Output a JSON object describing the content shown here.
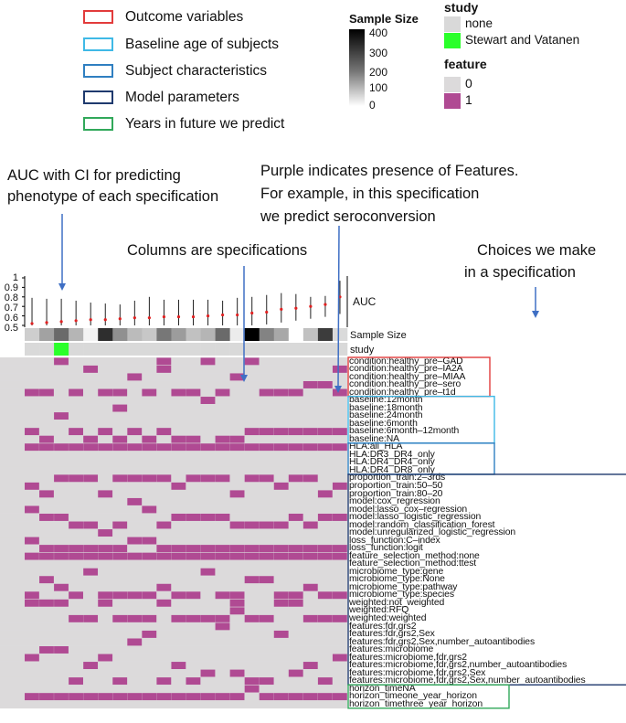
{
  "legend": {
    "items": [
      {
        "label": "Outcome variables",
        "color": "#e23b3b"
      },
      {
        "label": "Baseline age of subjects",
        "color": "#3fb9e6"
      },
      {
        "label": "Subject characteristics",
        "color": "#2f7fc1"
      },
      {
        "label": "Model parameters",
        "color": "#1f3a6e"
      },
      {
        "label": "Years in future we predict",
        "color": "#31a85a"
      }
    ],
    "sample_size": {
      "title": "Sample Size",
      "ticks": [
        "400",
        "300",
        "200",
        "100",
        "0"
      ]
    },
    "study": {
      "title": "study",
      "items": [
        {
          "label": "none",
          "color": "#d9d9d9"
        },
        {
          "label": "Stewart and Vatanen",
          "color": "#2aff2a"
        }
      ]
    },
    "feature": {
      "title": "feature",
      "items": [
        {
          "label": "0",
          "color": "#dcdadb"
        },
        {
          "label": "1",
          "color": "#b04a93"
        }
      ]
    }
  },
  "annotations": {
    "auc": [
      "AUC with CI for predicting",
      "phenotype of each specification"
    ],
    "purple": [
      "Purple indicates presence of Features.",
      "For example, in this specification",
      "we predict seroconversion"
    ],
    "columns": "Columns are specifications",
    "choices": [
      "Choices we make",
      "in a specification"
    ]
  },
  "chart_data": {
    "type": "scatter",
    "ylabel": "AUC",
    "yticks": [
      "1",
      "0.9",
      "0.8",
      "0.7",
      "0.6",
      "0.5"
    ],
    "ylim": [
      0.5,
      1.0
    ],
    "auc": [
      0.52,
      0.53,
      0.54,
      0.55,
      0.56,
      0.56,
      0.57,
      0.58,
      0.58,
      0.59,
      0.59,
      0.59,
      0.6,
      0.61,
      0.61,
      0.63,
      0.64,
      0.67,
      0.68,
      0.7,
      0.72,
      0.8
    ],
    "ci_low": [
      0.5,
      0.5,
      0.5,
      0.5,
      0.5,
      0.5,
      0.5,
      0.5,
      0.5,
      0.5,
      0.5,
      0.5,
      0.5,
      0.5,
      0.5,
      0.5,
      0.51,
      0.53,
      0.55,
      0.57,
      0.59,
      0.62
    ],
    "ci_high": [
      0.79,
      0.78,
      0.78,
      0.76,
      0.74,
      0.73,
      0.72,
      0.76,
      0.8,
      0.77,
      0.77,
      0.77,
      0.77,
      0.76,
      0.79,
      0.8,
      0.82,
      0.84,
      0.83,
      0.8,
      0.81,
      0.97
    ],
    "sample_size_label": "Sample Size",
    "sample_size": [
      80,
      150,
      240,
      120,
      20,
      330,
      180,
      110,
      90,
      220,
      160,
      100,
      120,
      240,
      30,
      400,
      200,
      140,
      0,
      100,
      310,
      60
    ],
    "study_label": "study",
    "study": [
      "none",
      "none",
      "Stewart and Vatanen",
      "none",
      "none",
      "none",
      "none",
      "none",
      "none",
      "none",
      "none",
      "none",
      "none",
      "none",
      "none",
      "none",
      "none",
      "none",
      "none",
      "none",
      "none",
      "none"
    ],
    "feature_groups": [
      {
        "name": "Outcome variables",
        "color": "#e23b3b",
        "rows": [
          {
            "label": "condition:healthy_pre–GAD",
            "cells": "0010000001001001000000"
          },
          {
            "label": "condition:healthy_pre–IA2A",
            "cells": "0000100001000000000001"
          },
          {
            "label": "condition:healthy_pre–MIAA",
            "cells": "0000000100000010000000"
          },
          {
            "label": "condition:healthy_pre–sero",
            "cells": "0000000000000000000110"
          },
          {
            "label": "condition:healthy_pre–t1d",
            "cells": "1101011010110100111001"
          }
        ]
      },
      {
        "name": "Baseline age of subjects",
        "color": "#3fb9e6",
        "rows": [
          {
            "label": "baseline:12month",
            "cells": "0000000000001000000000"
          },
          {
            "label": "baseline:18month",
            "cells": "0000001000000000000000"
          },
          {
            "label": "baseline:24month",
            "cells": "0010000000000000000000"
          },
          {
            "label": "baseline:6month",
            "cells": "0000000000000000000000"
          },
          {
            "label": "baseline:6month–12month",
            "cells": "1001010101000001111111"
          },
          {
            "label": "baseline:NA",
            "cells": "0100101010110110000000"
          }
        ]
      },
      {
        "name": "Subject characteristics",
        "color": "#2f7fc1",
        "rows": [
          {
            "label": "HLA:all_HLA",
            "cells": "1111111111111111111111"
          },
          {
            "label": "HLA:DR3_DR4_only",
            "cells": "0000000000000000000000"
          },
          {
            "label": "HLA:DR4_DR4_only",
            "cells": "0000000000000000000000"
          },
          {
            "label": "HLA:DR4_DR8_only",
            "cells": "0000000000000000000000"
          }
        ]
      },
      {
        "name": "Model parameters",
        "color": "#1f3a6e",
        "rows": [
          {
            "label": "proportion_train:2–3rds",
            "cells": "0011101111011101101100"
          },
          {
            "label": "proportion_train:50–50",
            "cells": "1000000000100000010001"
          },
          {
            "label": "proportion_train:80–20",
            "cells": "0100010000000010000010"
          },
          {
            "label": "model:cox_regression",
            "cells": "0000000100000000000000"
          },
          {
            "label": "model:lasso_cox–regression",
            "cells": "1000000010000000000000"
          },
          {
            "label": "model:lasso_logistic_regression",
            "cells": "0110000000111100001011"
          },
          {
            "label": "model:random_classification_forest",
            "cells": "0001101001000011110100"
          },
          {
            "label": "model:unregularized_logistic_regression",
            "cells": "0000010000000000000000"
          },
          {
            "label": "loss_function:C–index",
            "cells": "1000000110000000000000"
          },
          {
            "label": "loss_function:logit",
            "cells": "0111111001111111111111"
          },
          {
            "label": "feature_selection_method:none",
            "cells": "1111111111111111111111"
          },
          {
            "label": "feature_selection_method:ttest",
            "cells": "0000000000000000000000"
          },
          {
            "label": "microbiome_type:gene",
            "cells": "0000100000001000000000"
          },
          {
            "label": "microbiome_type:None",
            "cells": "0100000000000001100000"
          },
          {
            "label": "microbiome_type:pathway",
            "cells": "0010000001000000000100"
          },
          {
            "label": "microbiome_type:species",
            "cells": "1001011110110110011011"
          },
          {
            "label": "weighted:not_weighted",
            "cells": "1110010001000010011000"
          },
          {
            "label": "weighted:RFQ",
            "cells": "0000000000000010000000"
          },
          {
            "label": "weighted:weighted",
            "cells": "0001101110111101100111"
          },
          {
            "label": "features:fdr,grs2",
            "cells": "0000000000000100000000"
          },
          {
            "label": "features:fdr,grs2,Sex",
            "cells": "0000000010000000010000"
          },
          {
            "label": "features:fdr,grs2,Sex,number_autoantibodies",
            "cells": "0000000100000000000000"
          },
          {
            "label": "features:microbiome",
            "cells": "0110000000000000000000"
          },
          {
            "label": "features:microbiome,fdr,grs2",
            "cells": "1000010000000000000001"
          },
          {
            "label": "features:microbiome,fdr,grs2,number_autoantibodies",
            "cells": "0000100000100000000100"
          },
          {
            "label": "features:microbiome,fdr,grs2,Sex",
            "cells": "0000000000001010001000"
          },
          {
            "label": "features:microbiome,fdr,grs2,Sex,number_autoantibodies",
            "cells": "0001001001010001100010"
          }
        ]
      },
      {
        "name": "Years in future we predict",
        "color": "#31a85a",
        "rows": [
          {
            "label": "horizon_timeNA",
            "cells": "0000000000000001000000"
          },
          {
            "label": "horizon_timeone_year_horizon",
            "cells": "1111111111111110111111"
          },
          {
            "label": "horizon_timethree_year_horizon",
            "cells": "0000000000000000000000"
          }
        ]
      }
    ]
  }
}
